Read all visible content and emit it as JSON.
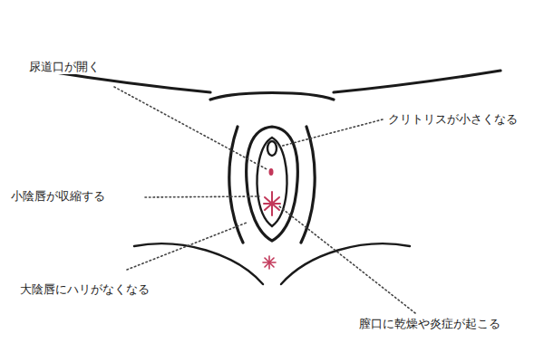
{
  "diagram": {
    "labels": [
      "尿道口が開く",
      "クリトリスが小さくなる",
      "小陰唇が収縮する",
      "大陰唇にハリがなくなる",
      "膣口に乾燥や炎症が起こる"
    ]
  }
}
